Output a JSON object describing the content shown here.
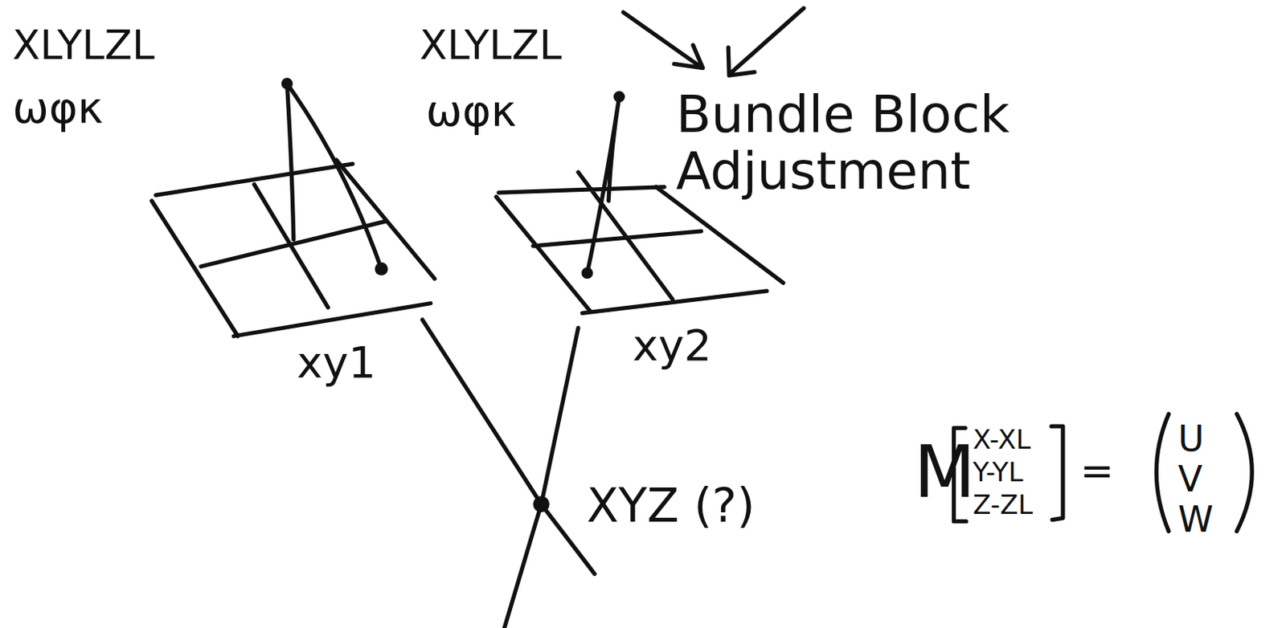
{
  "diagram": {
    "title": "Bundle Block Adjustment",
    "labels": [
      "XLYLZL",
      "ωφκ",
      "XLYLZL",
      "ωφκ",
      "xy1",
      "xy2",
      "XYZ (?)",
      "M",
      "X-XL",
      "Y-YL",
      "Z-ZL",
      "=",
      "U",
      "V",
      "W"
    ]
  }
}
